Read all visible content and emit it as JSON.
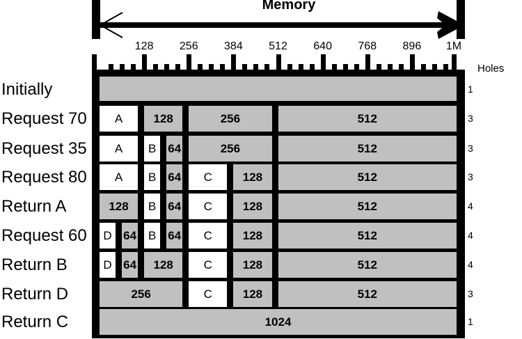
{
  "title": "Memory",
  "axis_labels": [
    {
      "value": 128,
      "label": "128"
    },
    {
      "value": 256,
      "label": "256"
    },
    {
      "value": 384,
      "label": "384"
    },
    {
      "value": 512,
      "label": "512"
    },
    {
      "value": 640,
      "label": "640"
    },
    {
      "value": 768,
      "label": "768"
    },
    {
      "value": 896,
      "label": "896"
    },
    {
      "value": 1024,
      "label": "1M"
    }
  ],
  "holes_header": "Holes",
  "colors": {
    "free": "#c0c0c0",
    "allocated": "#ffffff",
    "frame": "#000000"
  },
  "rows": [
    {
      "label": "Initially",
      "holes": "1",
      "blocks": [
        {
          "start": 0,
          "size": 1024,
          "type": "free",
          "label": ""
        }
      ]
    },
    {
      "label": "Request 70",
      "holes": "3",
      "blocks": [
        {
          "start": 0,
          "size": 128,
          "type": "alloc",
          "label": "A"
        },
        {
          "start": 128,
          "size": 128,
          "type": "free",
          "label": "128"
        },
        {
          "start": 256,
          "size": 256,
          "type": "free",
          "label": "256"
        },
        {
          "start": 512,
          "size": 512,
          "type": "free",
          "label": "512"
        }
      ]
    },
    {
      "label": "Request 35",
      "holes": "3",
      "blocks": [
        {
          "start": 0,
          "size": 128,
          "type": "alloc",
          "label": "A"
        },
        {
          "start": 128,
          "size": 64,
          "type": "alloc",
          "label": "B"
        },
        {
          "start": 192,
          "size": 64,
          "type": "free",
          "label": "64"
        },
        {
          "start": 256,
          "size": 256,
          "type": "free",
          "label": "256"
        },
        {
          "start": 512,
          "size": 512,
          "type": "free",
          "label": "512"
        }
      ]
    },
    {
      "label": "Request 80",
      "holes": "3",
      "blocks": [
        {
          "start": 0,
          "size": 128,
          "type": "alloc",
          "label": "A"
        },
        {
          "start": 128,
          "size": 64,
          "type": "alloc",
          "label": "B"
        },
        {
          "start": 192,
          "size": 64,
          "type": "free",
          "label": "64"
        },
        {
          "start": 256,
          "size": 128,
          "type": "alloc",
          "label": "C"
        },
        {
          "start": 384,
          "size": 128,
          "type": "free",
          "label": "128"
        },
        {
          "start": 512,
          "size": 512,
          "type": "free",
          "label": "512"
        }
      ]
    },
    {
      "label": "Return A",
      "holes": "4",
      "blocks": [
        {
          "start": 0,
          "size": 128,
          "type": "free",
          "label": "128"
        },
        {
          "start": 128,
          "size": 64,
          "type": "alloc",
          "label": "B"
        },
        {
          "start": 192,
          "size": 64,
          "type": "free",
          "label": "64"
        },
        {
          "start": 256,
          "size": 128,
          "type": "alloc",
          "label": "C"
        },
        {
          "start": 384,
          "size": 128,
          "type": "free",
          "label": "128"
        },
        {
          "start": 512,
          "size": 512,
          "type": "free",
          "label": "512"
        }
      ]
    },
    {
      "label": "Request 60",
      "holes": "4",
      "blocks": [
        {
          "start": 0,
          "size": 64,
          "type": "alloc",
          "label": "D"
        },
        {
          "start": 64,
          "size": 64,
          "type": "free",
          "label": "64"
        },
        {
          "start": 128,
          "size": 64,
          "type": "alloc",
          "label": "B"
        },
        {
          "start": 192,
          "size": 64,
          "type": "free",
          "label": "64"
        },
        {
          "start": 256,
          "size": 128,
          "type": "alloc",
          "label": "C"
        },
        {
          "start": 384,
          "size": 128,
          "type": "free",
          "label": "128"
        },
        {
          "start": 512,
          "size": 512,
          "type": "free",
          "label": "512"
        }
      ]
    },
    {
      "label": "Return B",
      "holes": "4",
      "blocks": [
        {
          "start": 0,
          "size": 64,
          "type": "alloc",
          "label": "D"
        },
        {
          "start": 64,
          "size": 64,
          "type": "free",
          "label": "64"
        },
        {
          "start": 128,
          "size": 128,
          "type": "free",
          "label": "128"
        },
        {
          "start": 256,
          "size": 128,
          "type": "alloc",
          "label": "C"
        },
        {
          "start": 384,
          "size": 128,
          "type": "free",
          "label": "128"
        },
        {
          "start": 512,
          "size": 512,
          "type": "free",
          "label": "512"
        }
      ]
    },
    {
      "label": "Return D",
      "holes": "3",
      "blocks": [
        {
          "start": 0,
          "size": 256,
          "type": "free",
          "label": "256"
        },
        {
          "start": 256,
          "size": 128,
          "type": "alloc",
          "label": "C"
        },
        {
          "start": 384,
          "size": 128,
          "type": "free",
          "label": "128"
        },
        {
          "start": 512,
          "size": 512,
          "type": "free",
          "label": "512"
        }
      ]
    },
    {
      "label": "Return C",
      "holes": "1",
      "blocks": [
        {
          "start": 0,
          "size": 1024,
          "type": "free",
          "label": "1024"
        }
      ]
    }
  ]
}
